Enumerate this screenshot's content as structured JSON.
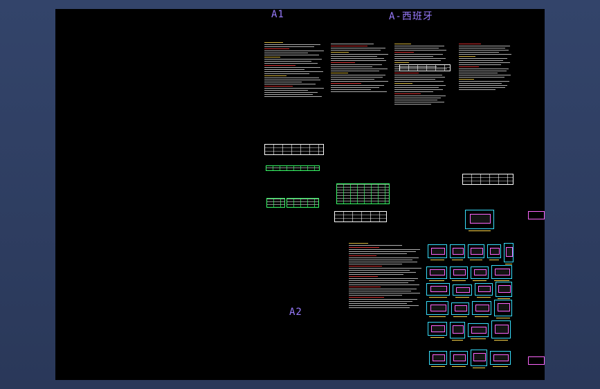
{
  "canvas": {
    "background": "#000000",
    "sheet_labels": {
      "a1": "A1",
      "a_spain": "A-西班牙",
      "a2": "A2"
    },
    "colors": {
      "label": "#9a7cff",
      "text": "#cfcfcf",
      "yellow": "#ffd84a",
      "red": "#ff3a3a",
      "green": "#3aff6a",
      "cyan": "#38e0ff",
      "magenta": "#ff66ff"
    }
  }
}
